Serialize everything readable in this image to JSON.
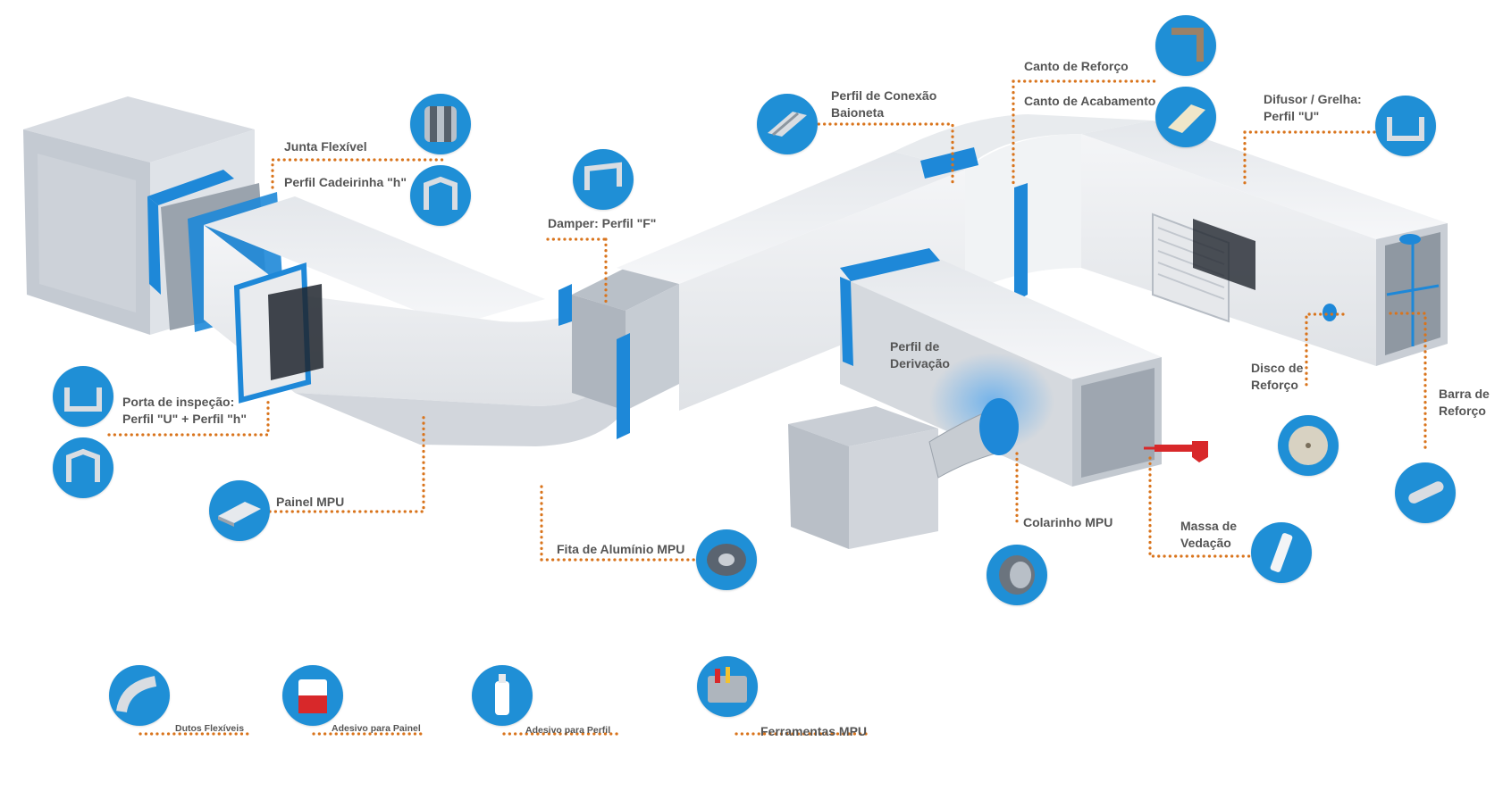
{
  "labels": {
    "junta_flexivel": "Junta Flexível",
    "perfil_cadeirinha": "Perfil Cadeirinha \"h\"",
    "damper": "Damper: Perfil \"F\"",
    "perfil_conexao": [
      "Perfil de Conexão",
      "Baioneta"
    ],
    "canto_reforco": "Canto de Reforço",
    "canto_acabamento": "Canto de Acabamento",
    "difusor": [
      "Difusor / Grelha:",
      "Perfil \"U\""
    ],
    "porta_inspecao": [
      "Porta de inspeção:",
      "Perfil \"U\" + Perfil \"h\""
    ],
    "painel": "Painel MPU",
    "fita": "Fita de Alumínio MPU",
    "derivacao": [
      "Perfil de",
      "Derivação"
    ],
    "colarinho": "Colarinho MPU",
    "massa": [
      "Massa de",
      "Vedação"
    ],
    "disco": [
      "Disco de",
      "Reforço"
    ],
    "barra": [
      "Barra de",
      "Reforço"
    ],
    "dutos_flexiveis": "Dutos Flexíveis",
    "adesivo_painel": "Adesivo para Painel",
    "adesivo_perfil": "Adesivo para Perfil",
    "ferramentas": "Ferramentas MPU"
  },
  "icons": {
    "junta_flexivel": "flexible-joint-icon",
    "perfil_cadeirinha": "h-profile-icon",
    "damper": "f-profile-icon",
    "perfil_conexao": "bayonet-profile-icon",
    "canto_reforco": "reinforcement-corner-icon",
    "canto_acabamento": "finishing-corner-icon",
    "difusor": "u-profile-icon",
    "porta_u": "u-profile-icon",
    "porta_h": "h-profile-icon",
    "painel": "panel-icon",
    "fita": "aluminium-tape-icon",
    "colarinho": "collar-icon",
    "massa": "sealant-tube-icon",
    "disco": "reinforcement-disc-icon",
    "barra": "reinforcement-bar-icon",
    "dutos_flexiveis": "flexible-duct-icon",
    "adesivo_painel": "adhesive-can-icon",
    "adesivo_perfil": "adhesive-bottle-icon",
    "ferramentas": "toolbox-icon"
  },
  "colors": {
    "leader": "#d9741c",
    "bubble": "#1f8fd6",
    "label_text": "#555555",
    "duct_face": "#eef0f3",
    "duct_side": "#c9cdd3",
    "accent_tape": "#1e88d8"
  }
}
